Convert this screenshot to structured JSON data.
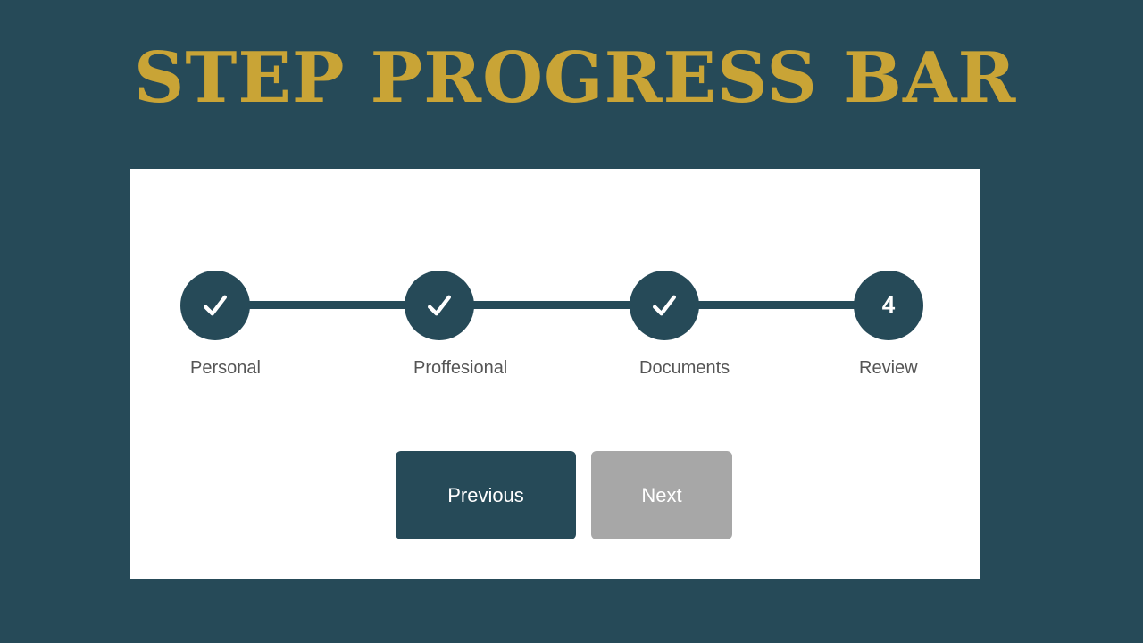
{
  "title": "STEP PROGRESS BAR",
  "progress": {
    "completed_steps": 3,
    "current_step": 4,
    "total_steps": 4,
    "steps": [
      {
        "label": "Personal",
        "status": "complete",
        "icon": "check-icon"
      },
      {
        "label": "Proffesional",
        "status": "complete",
        "icon": "check-icon"
      },
      {
        "label": "Documents",
        "status": "complete",
        "icon": "check-icon"
      },
      {
        "label": "Review",
        "status": "current",
        "number": "4"
      }
    ]
  },
  "buttons": {
    "previous_label": "Previous",
    "next_label": "Next",
    "next_disabled": true
  },
  "colors": {
    "background": "#264a58",
    "title": "#c9a436",
    "card": "#ffffff",
    "step": "#264a58",
    "disabled_button": "#a7a7a7",
    "label_text": "#555555"
  }
}
